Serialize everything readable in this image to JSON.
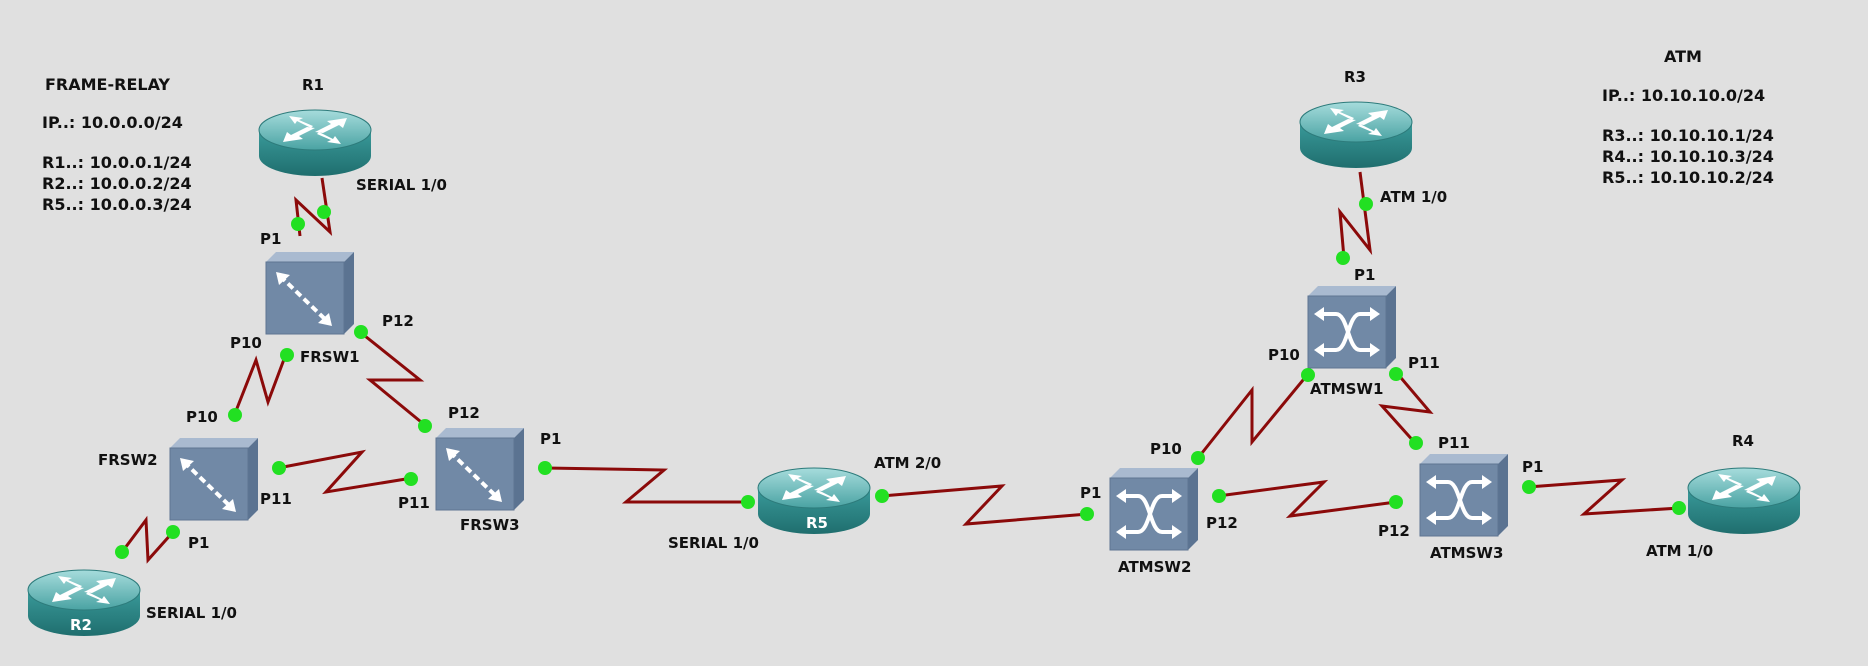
{
  "colors": {
    "background": "#e0e0e0",
    "link": "#8b0a0a",
    "port_dot": "#22e022",
    "router_body": "#2f8c8c",
    "router_top": "#5fb8b8",
    "switch_front": "#7189a6",
    "switch_side": "#5a7290",
    "switch_top": "#95a9c2"
  },
  "notes": {
    "frame_relay": {
      "title": "FRAME-RELAY",
      "network": "IP..: 10.0.0.0/24",
      "lines": [
        "R1..: 10.0.0.1/24",
        "R2..: 10.0.0.2/24",
        "R5..: 10.0.0.3/24"
      ]
    },
    "atm": {
      "title": "ATM",
      "network": "IP..: 10.10.10.0/24",
      "lines": [
        "R3..: 10.10.10.1/24",
        "R4..: 10.10.10.3/24",
        "R5..: 10.10.10.2/24"
      ]
    }
  },
  "devices": {
    "r1": {
      "name": "R1",
      "type": "router",
      "icon": "router-icon"
    },
    "r2": {
      "name": "R2",
      "type": "router",
      "icon": "router-icon"
    },
    "r3": {
      "name": "R3",
      "type": "router",
      "icon": "router-icon"
    },
    "r4": {
      "name": "R4",
      "type": "router",
      "icon": "router-icon"
    },
    "r5": {
      "name": "R5",
      "type": "router",
      "icon": "router-icon"
    },
    "frsw1": {
      "name": "FRSW1",
      "type": "frame-relay-switch",
      "icon": "frame-relay-switch-icon"
    },
    "frsw2": {
      "name": "FRSW2",
      "type": "frame-relay-switch",
      "icon": "frame-relay-switch-icon"
    },
    "frsw3": {
      "name": "FRSW3",
      "type": "frame-relay-switch",
      "icon": "frame-relay-switch-icon"
    },
    "atmsw1": {
      "name": "ATMSW1",
      "type": "atm-switch",
      "icon": "atm-switch-icon"
    },
    "atmsw2": {
      "name": "ATMSW2",
      "type": "atm-switch",
      "icon": "atm-switch-icon"
    },
    "atmsw3": {
      "name": "ATMSW3",
      "type": "atm-switch",
      "icon": "atm-switch-icon"
    }
  },
  "links": [
    {
      "from": "R1",
      "from_port": "SERIAL 1/0",
      "to": "FRSW1",
      "to_port": "P1"
    },
    {
      "from": "FRSW1",
      "from_port": "P10",
      "to": "FRSW2",
      "to_port": "P10"
    },
    {
      "from": "FRSW1",
      "from_port": "P12",
      "to": "FRSW3",
      "to_port": "P12"
    },
    {
      "from": "FRSW2",
      "from_port": "P11",
      "to": "FRSW3",
      "to_port": "P11"
    },
    {
      "from": "FRSW2",
      "from_port": "P1",
      "to": "R2",
      "to_port": "SERIAL 1/0"
    },
    {
      "from": "FRSW3",
      "from_port": "P1",
      "to": "R5",
      "to_port": "SERIAL 1/0"
    },
    {
      "from": "R5",
      "from_port": "ATM 2/0",
      "to": "ATMSW2",
      "to_port": "P1"
    },
    {
      "from": "ATMSW2",
      "from_port": "P10",
      "to": "ATMSW1",
      "to_port": "P10"
    },
    {
      "from": "ATMSW2",
      "from_port": "P12",
      "to": "ATMSW3",
      "to_port": "P12"
    },
    {
      "from": "ATMSW1",
      "from_port": "P11",
      "to": "ATMSW3",
      "to_port": "P11"
    },
    {
      "from": "R3",
      "from_port": "ATM 1/0",
      "to": "ATMSW1",
      "to_port": "P1"
    },
    {
      "from": "ATMSW3",
      "from_port": "P1",
      "to": "R4",
      "to_port": "ATM 1/0"
    }
  ],
  "port_labels": {
    "r1_serial": "SERIAL 1/0",
    "frsw1_p1": "P1",
    "frsw1_p10": "P10",
    "frsw1_p12": "P12",
    "frsw2_p10": "P10",
    "frsw2_p11": "P11",
    "frsw2_p1": "P1",
    "r2_serial": "SERIAL 1/0",
    "frsw3_p12": "P12",
    "frsw3_p11": "P11",
    "frsw3_p1": "P1",
    "r5_serial": "SERIAL 1/0",
    "r5_atm": "ATM 2/0",
    "atmsw2_p1": "P1",
    "atmsw2_p10": "P10",
    "atmsw2_p12": "P12",
    "atmsw1_p1": "P1",
    "atmsw1_p10": "P10",
    "atmsw1_p11": "P11",
    "r3_atm": "ATM 1/0",
    "atmsw3_p11": "P11",
    "atmsw3_p12": "P12",
    "atmsw3_p1": "P1",
    "r4_atm": "ATM 1/0"
  }
}
